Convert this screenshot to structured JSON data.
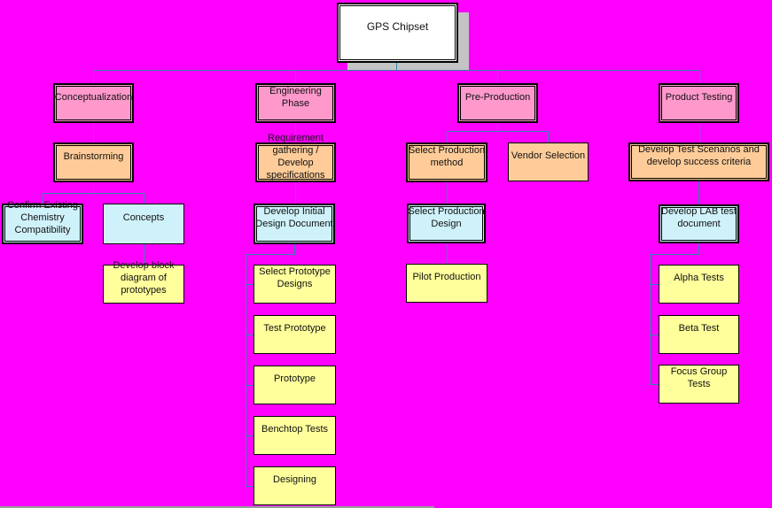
{
  "window": {
    "background": "#FF00FF",
    "bottom_edge_color": "#9A9A9A"
  },
  "palette": {
    "root_fill": "#FFFFFF",
    "phase_fill": "#FF99CC",
    "task_fill": "#FFCC99",
    "design_fill": "#CFF2FA",
    "activity_fill": "#FFFF9C",
    "connector": "#3187B0",
    "shadow": "#C4C4C4",
    "border": "#000000"
  },
  "chart": {
    "root": {
      "label": "GPS Chipset"
    },
    "branches": {
      "conceptualization": {
        "phase": "Conceptualization",
        "brainstorming": "Brainstorming",
        "confirm_existing": "Confirm Existing\nChemistry\nCompatibility",
        "concepts": "Concepts",
        "develop_block": "Develop block\ndiagram of\nprototypes"
      },
      "engineering": {
        "phase": "Engineering\nPhase",
        "requirements": "Requirement\ngathering /\nDevelop\nspecifications",
        "initial_design": "Develop Initial\nDesign Document",
        "select_prototype": "Select Prototype\nDesigns",
        "test_prototype": "Test Prototype",
        "prototype": "Prototype",
        "benchtop": "Benchtop Tests",
        "designing": "Designing"
      },
      "pre_production": {
        "phase": "Pre-Production",
        "select_method": "Select Production\nmethod",
        "vendor": "Vendor Selection",
        "select_design": "Select Production\nDesign",
        "pilot": "Pilot Production"
      },
      "product_testing": {
        "phase": "Product Testing",
        "scenarios": "Develop Test Scenarios and\ndevelop success criteria",
        "lab_doc": "Develop LAB test\ndocument",
        "alpha": "Alpha Tests",
        "beta": "Beta Test",
        "focus": "Focus Group\nTests"
      }
    }
  }
}
